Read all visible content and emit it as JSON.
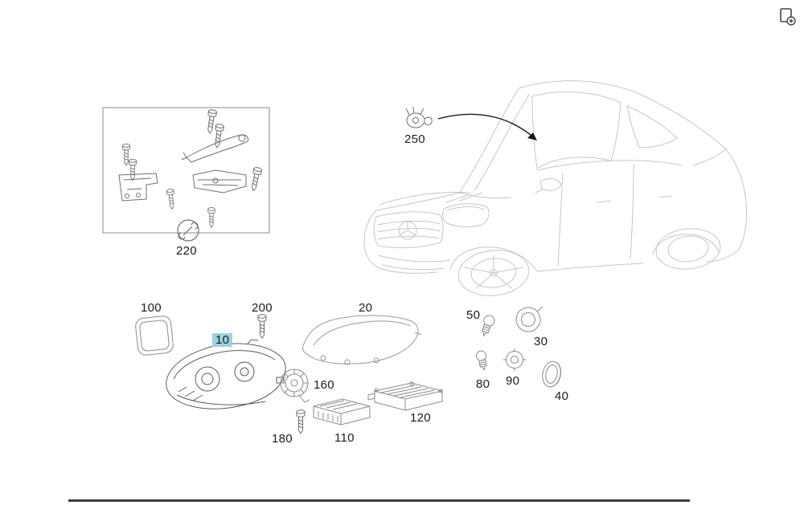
{
  "icons": {
    "top_right": "save-page-icon"
  },
  "diagram": {
    "title": "Headlamp parts diagram",
    "highlight_color": "#9cd2de",
    "labels": [
      {
        "id": "220",
        "text": "220",
        "highlighted": false
      },
      {
        "id": "250",
        "text": "250",
        "highlighted": false
      },
      {
        "id": "100",
        "text": "100",
        "highlighted": false
      },
      {
        "id": "200",
        "text": "200",
        "highlighted": false
      },
      {
        "id": "20",
        "text": "20",
        "highlighted": false
      },
      {
        "id": "10",
        "text": "10",
        "highlighted": true
      },
      {
        "id": "160",
        "text": "160",
        "highlighted": false
      },
      {
        "id": "50",
        "text": "50",
        "highlighted": false
      },
      {
        "id": "30",
        "text": "30",
        "highlighted": false
      },
      {
        "id": "80",
        "text": "80",
        "highlighted": false
      },
      {
        "id": "90",
        "text": "90",
        "highlighted": false
      },
      {
        "id": "40",
        "text": "40",
        "highlighted": false
      },
      {
        "id": "120",
        "text": "120",
        "highlighted": false
      },
      {
        "id": "110",
        "text": "110",
        "highlighted": false
      },
      {
        "id": "180",
        "text": "180",
        "highlighted": false
      }
    ]
  }
}
